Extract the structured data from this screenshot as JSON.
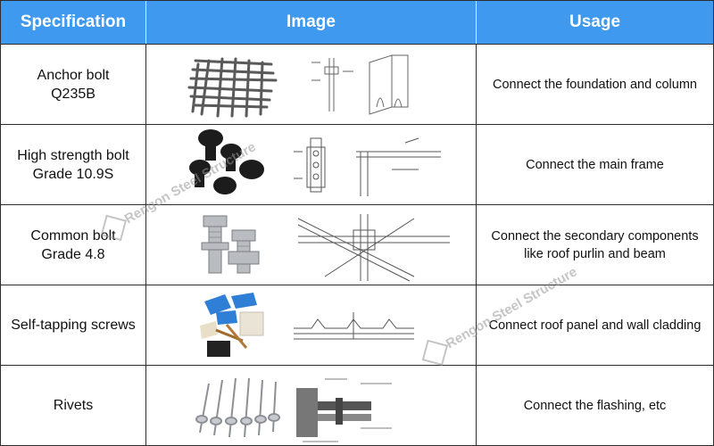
{
  "headers": {
    "specification": "Specification",
    "image": "Image",
    "usage": "Usage"
  },
  "rows": [
    {
      "spec_line1": "Anchor bolt",
      "spec_line2": "Q235B",
      "usage_line1": "Connect the foundation and column",
      "usage_line2": ""
    },
    {
      "spec_line1": "High strength bolt",
      "spec_line2": "Grade 10.9S",
      "usage_line1": "Connect the main frame",
      "usage_line2": ""
    },
    {
      "spec_line1": "Common bolt",
      "spec_line2": "Grade 4.8",
      "usage_line1": "Connect the secondary components",
      "usage_line2": "like roof purlin and beam"
    },
    {
      "spec_line1": "Self-tapping screws",
      "spec_line2": "",
      "usage_line1": "Connect roof panel and wall cladding",
      "usage_line2": ""
    },
    {
      "spec_line1": "Rivets",
      "spec_line2": "",
      "usage_line1": "Connect the flashing, etc",
      "usage_line2": ""
    }
  ],
  "watermark": "Rengon Steel Structure",
  "colors": {
    "header_bg": "#3f99ef",
    "header_text": "#ffffff",
    "border": "#2d2d2d"
  }
}
